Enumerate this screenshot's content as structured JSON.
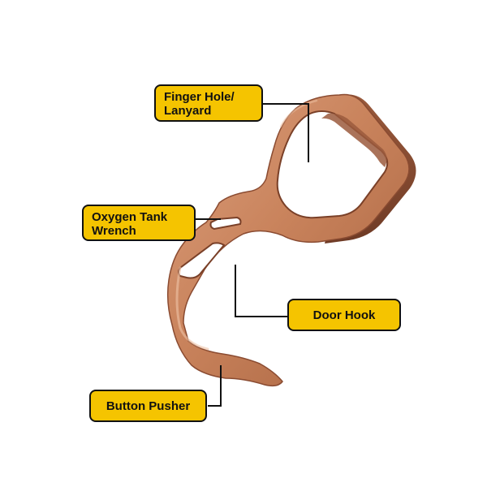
{
  "diagram": {
    "labels": {
      "finger_hole_line1": "Finger Hole/",
      "finger_hole_line2": "Lanyard",
      "oxygen_line1": "Oxygen Tank",
      "oxygen_line2": "Wrench",
      "door_hook": "Door Hook",
      "button_pusher": "Button Pusher"
    },
    "colors": {
      "callout_fill": "#f5c400",
      "callout_border": "#111111",
      "copper_main": "#c9835c",
      "copper_light": "#e3a887",
      "copper_dark": "#8e4e35",
      "leader_line": "#111111"
    }
  }
}
